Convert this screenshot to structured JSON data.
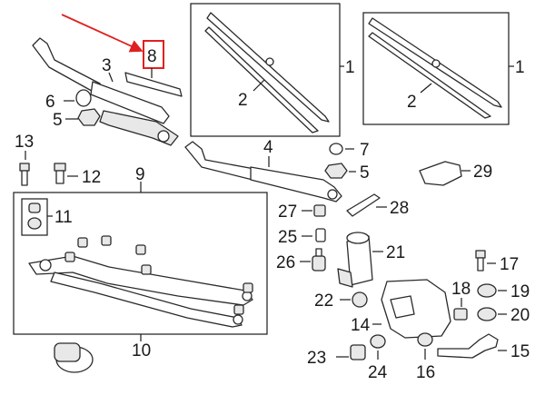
{
  "highlight_color": "#e02020",
  "line_color": "#1a1a1a",
  "callouts": {
    "c1a": "1",
    "c1b": "1",
    "c2a": "2",
    "c2b": "2",
    "c3": "3",
    "c4": "4",
    "c5a": "5",
    "c5b": "5",
    "c6": "6",
    "c7": "7",
    "c8": "8",
    "c9": "9",
    "c10": "10",
    "c11": "11",
    "c12": "12",
    "c13": "13",
    "c14": "14",
    "c15": "15",
    "c16": "16",
    "c17": "17",
    "c18": "18",
    "c19": "19",
    "c20": "20",
    "c21": "21",
    "c22": "22",
    "c23": "23",
    "c24": "24",
    "c25": "25",
    "c26": "26",
    "c27": "27",
    "c28": "28",
    "c29": "29"
  }
}
